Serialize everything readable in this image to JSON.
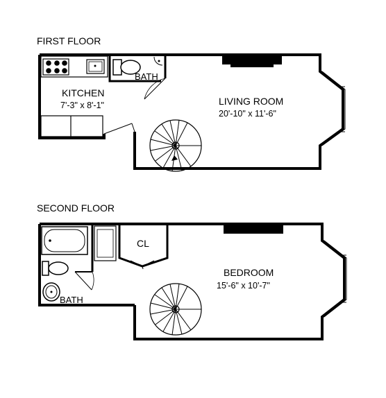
{
  "first_floor": {
    "heading": "FIRST FLOOR",
    "kitchen": {
      "name": "KITCHEN",
      "dims": "7'-3\" x 8'-1\""
    },
    "bath": {
      "name": "BATH"
    },
    "living_room": {
      "name": "LIVING ROOM",
      "dims": "20'-10\" x 11'-6\""
    }
  },
  "second_floor": {
    "heading": "SECOND FLOOR",
    "closet": {
      "name": "CL"
    },
    "bath": {
      "name": "BATH"
    },
    "bedroom": {
      "name": "BEDROOM",
      "dims": "15'-6\" x 10'-7\""
    }
  },
  "colors": {
    "wall": "#000000",
    "fixture_line": "#000000",
    "background": "#ffffff"
  }
}
